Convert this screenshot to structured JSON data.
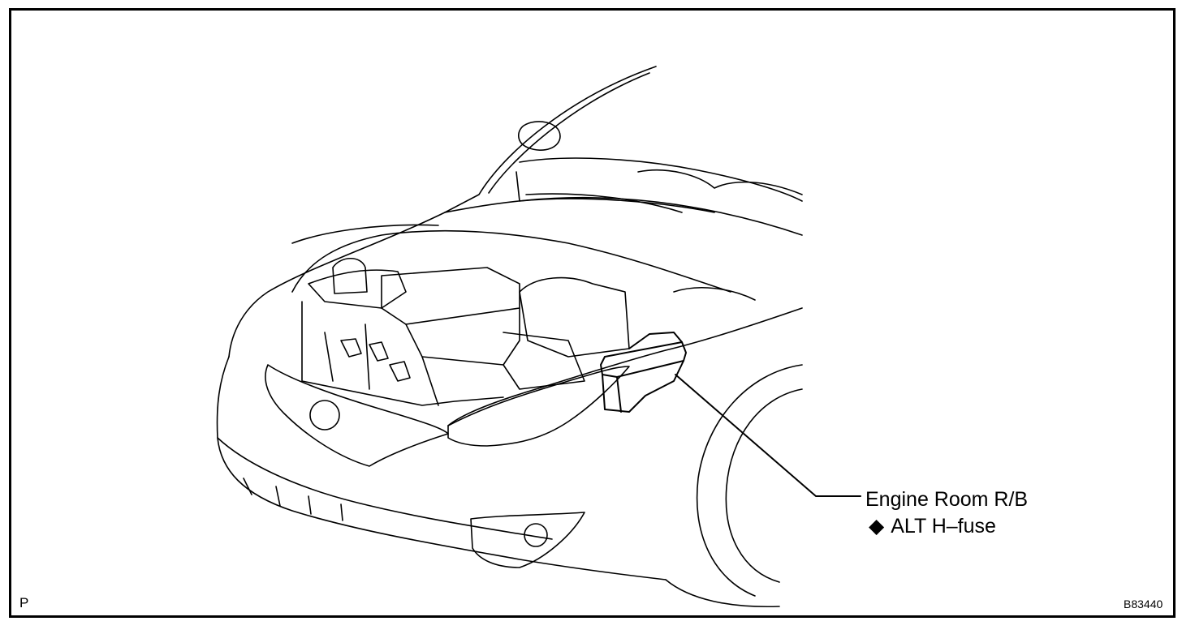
{
  "callout": {
    "line1": "Engine Room R/B",
    "bullet_icon": "black-diamond",
    "bullet_glyph": "◆",
    "line2": "ALT H–fuse"
  },
  "corner_label": "P",
  "figure_id": "B83440",
  "colors": {
    "line": "#000000",
    "background": "#ffffff"
  }
}
